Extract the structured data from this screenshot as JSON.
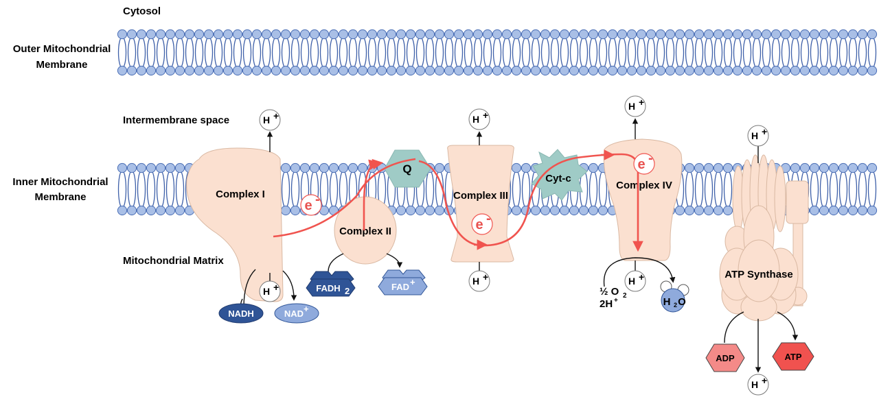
{
  "regions": {
    "cytosol": "Cytosol",
    "outer_membrane_line1": "Outer Mitochondrial",
    "outer_membrane_line2": "Membrane",
    "intermembrane_space": "Intermembrane space",
    "inner_membrane_line1": "Inner Mitochondrial",
    "inner_membrane_line2": "Membrane",
    "matrix": "Mitochondrial Matrix"
  },
  "complexes": {
    "complex_1": "Complex I",
    "complex_2": "Complex II",
    "complex_3": "Complex III",
    "complex_4": "Complex IV",
    "atp_synthase": "ATP Synthase",
    "ubiquinone": "Q",
    "cytochrome_c": "Cyt-c"
  },
  "molecules": {
    "nadh": "NADH",
    "nad_base": "NAD",
    "nad_sup": "+",
    "fadh2_base": "FADH",
    "fadh2_sub": "2",
    "fad_base": "FAD",
    "fad_sup": "+",
    "adp": "ADP",
    "atp": "ATP",
    "oxygen_half": "½ O",
    "oxygen_sub": "2",
    "two_h_base": "2H",
    "two_h_sup": "+",
    "water_h": "H",
    "water_sub": "2",
    "water_o": "O",
    "proton_base": "H",
    "proton_sup": "+",
    "electron_base": "e",
    "electron_sup": "-"
  },
  "colors": {
    "protein_fill": "#fbe0d0",
    "lipid_head": "#a9bfe6",
    "lipid_tail": "#3d5fa8",
    "electron_path": "#f0544f",
    "nadh_fill": "#2f5496",
    "nad_fill": "#8faadc",
    "teal_fill": "#9fcbc6",
    "adp_fill": "#f48a88",
    "atp_fill": "#f0524f",
    "water_fill": "#8faadc"
  }
}
